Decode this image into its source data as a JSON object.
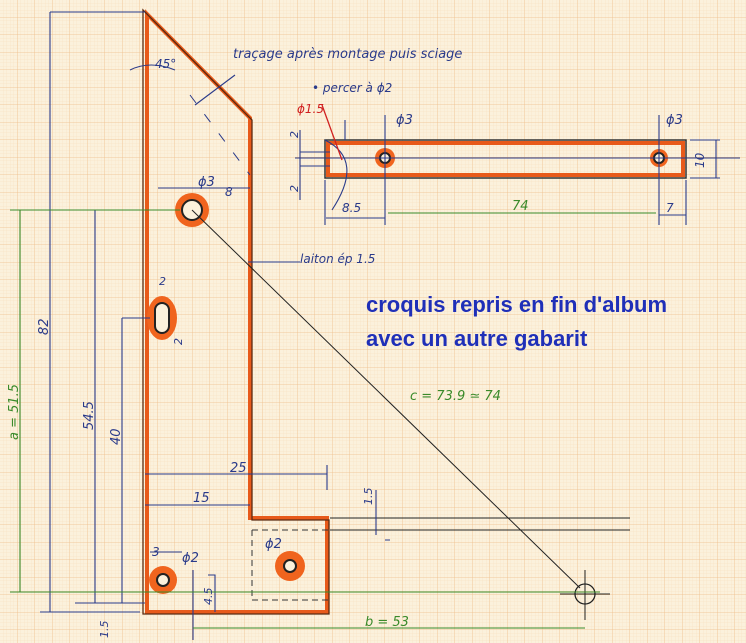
{
  "notes": {
    "tracing": "traçage après montage puis sciage",
    "drill": "• percer à ϕ2",
    "drill_red": "ϕ1.5",
    "material": "laiton ép 1.5",
    "sketch_line1": "croquis repris en fin d'album",
    "sketch_line2": "avec un autre gabarit",
    "hypotenuse": "c = 73.9 ≃ 74",
    "angle": "45°"
  },
  "arm": {
    "hole_left": "ϕ3",
    "hole_right": "ϕ3",
    "width": "10",
    "offset_top": "2",
    "offset_bottom": "2",
    "left_dist": "8.5",
    "center_dist": "74",
    "right_dist": "7"
  },
  "bracket": {
    "main_hole": "ϕ3",
    "main_hole_dist": "8",
    "slot_width": "2",
    "slot_len": "2",
    "a": "a = 51.5",
    "total_height": "82",
    "h_54": "54.5",
    "h_40": "40",
    "w_25": "25",
    "w_15": "15",
    "step": "1.5",
    "hole_left_offset": "3",
    "hole_left": "ϕ2",
    "hole_right": "ϕ2",
    "hole_height": "4.5",
    "bottom_offset": "1.5",
    "b": "b = 53"
  },
  "colors": {
    "paper": "#fbf1dc",
    "grid": "#f0c89a",
    "part": "#e85a1a",
    "ink": "#2a3a8a",
    "green": "#3a8a2a",
    "note": "#1f2fb8"
  }
}
